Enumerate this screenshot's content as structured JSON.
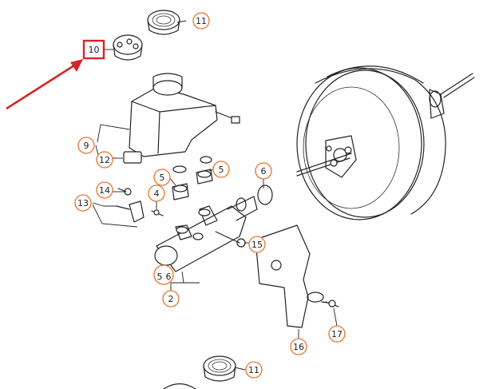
{
  "labels": {
    "l2": "2",
    "l4": "4",
    "l5a": "5",
    "l5b": "5",
    "l5c": "5",
    "l6a": "6",
    "l6b": "6",
    "l9": "9",
    "l10": "10",
    "l11a": "11",
    "l11b": "11",
    "l12": "12",
    "l13": "13",
    "l14": "14",
    "l15": "15",
    "l16": "16",
    "l17": "17"
  },
  "colors": {
    "callout_ring": "#e8732a",
    "highlight": "#d32626",
    "line": "#222222"
  }
}
